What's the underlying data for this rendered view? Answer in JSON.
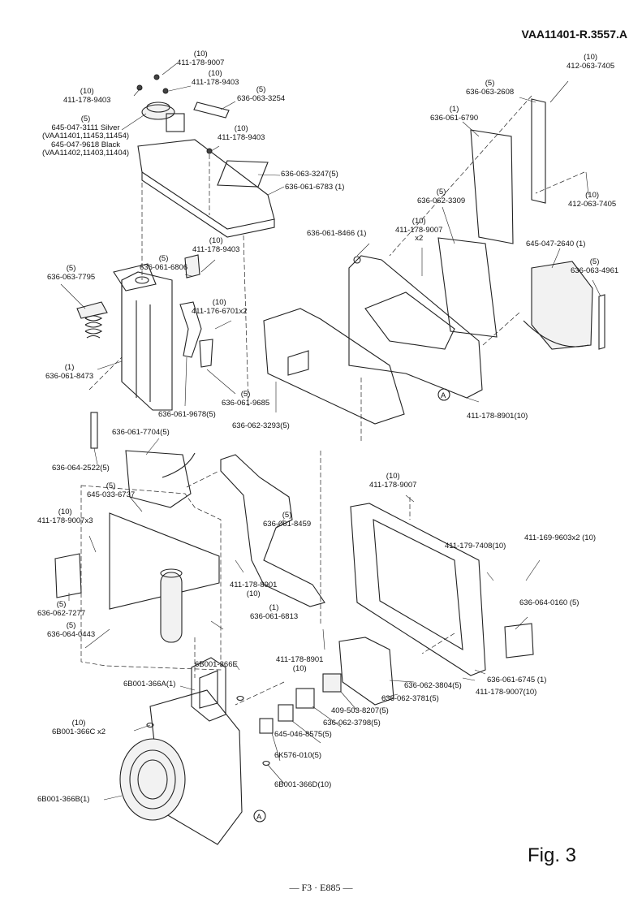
{
  "document_id": "VAA11401-R.3557.A",
  "figure_label": "Fig. 3",
  "footer": "— F3 · E885 —",
  "callout_marker": "A",
  "labels": [
    {
      "id": "l1",
      "lines": [
        "(10)",
        "411-178-9007"
      ]
    },
    {
      "id": "l2",
      "lines": [
        "(10)",
        "411-178-9403"
      ]
    },
    {
      "id": "l3",
      "lines": [
        "(10)",
        "411-178-9403"
      ]
    },
    {
      "id": "l4",
      "lines": [
        "(5)",
        "636-063-3254"
      ]
    },
    {
      "id": "l5",
      "lines": [
        "(5)",
        "645-047-3111 Silver",
        "(VAA11401,11453,11454)",
        "645-047-9618 Black",
        "(VAA11402,11403,11404)"
      ]
    },
    {
      "id": "l6",
      "lines": [
        "(10)",
        "411-178-9403"
      ]
    },
    {
      "id": "l7",
      "lines": [
        "636-063-3247(5)"
      ]
    },
    {
      "id": "l8",
      "lines": [
        "636-061-6783 (1)"
      ]
    },
    {
      "id": "l9",
      "lines": [
        "(10)",
        "412-063-7405"
      ]
    },
    {
      "id": "l10",
      "lines": [
        "(5)",
        "636-063-2608"
      ]
    },
    {
      "id": "l11",
      "lines": [
        "(1)",
        "636-061-6790"
      ]
    },
    {
      "id": "l12",
      "lines": [
        "(10)",
        "412-063-7405"
      ]
    },
    {
      "id": "l13",
      "lines": [
        "(5)",
        "636-062-3309"
      ]
    },
    {
      "id": "l14",
      "lines": [
        "636-061-8466 (1)"
      ]
    },
    {
      "id": "l15",
      "lines": [
        "(10)",
        "411-178-9007",
        "x2"
      ]
    },
    {
      "id": "l16",
      "lines": [
        "645-047-2640 (1)"
      ]
    },
    {
      "id": "l17",
      "lines": [
        "(5)",
        "636-063-4961"
      ]
    },
    {
      "id": "l18",
      "lines": [
        "(10)",
        "411-178-9403"
      ]
    },
    {
      "id": "l19",
      "lines": [
        "(5)",
        "636-061-6806"
      ]
    },
    {
      "id": "l20",
      "lines": [
        "(5)",
        "636-063-7795"
      ]
    },
    {
      "id": "l21",
      "lines": [
        "(10)",
        "411-176-6701x2"
      ]
    },
    {
      "id": "l22",
      "lines": [
        "(1)",
        "636-061-8473"
      ]
    },
    {
      "id": "l23",
      "lines": [
        "(5)",
        "636-061-9685"
      ]
    },
    {
      "id": "l24",
      "lines": [
        "636-061-9678(5)"
      ]
    },
    {
      "id": "l25",
      "lines": [
        "636-062-3293(5)"
      ]
    },
    {
      "id": "l26",
      "lines": [
        "411-178-8901(10)"
      ]
    },
    {
      "id": "l27",
      "lines": [
        "636-061-7704(5)"
      ]
    },
    {
      "id": "l28",
      "lines": [
        "636-064-2522(5)"
      ]
    },
    {
      "id": "l29",
      "lines": [
        "(5)",
        "645-033-6737"
      ]
    },
    {
      "id": "l30",
      "lines": [
        "(10)",
        "411-178-9007x3"
      ]
    },
    {
      "id": "l31",
      "lines": [
        "(10)",
        "411-178-9007"
      ]
    },
    {
      "id": "l32",
      "lines": [
        "(5)",
        "636-061-8459"
      ]
    },
    {
      "id": "l33",
      "lines": [
        "411-179-7408(10)"
      ]
    },
    {
      "id": "l34",
      "lines": [
        "411-169-9603x2 (10)"
      ]
    },
    {
      "id": "l35",
      "lines": [
        "411-178-8901",
        "(10)"
      ]
    },
    {
      "id": "l36",
      "lines": [
        "(5)",
        "636-062-7277"
      ]
    },
    {
      "id": "l37",
      "lines": [
        "(1)",
        "636-061-6813"
      ]
    },
    {
      "id": "l38",
      "lines": [
        "(5)",
        "636-064-0443"
      ]
    },
    {
      "id": "l39",
      "lines": [
        "636-064-0160 (5)"
      ]
    },
    {
      "id": "l40",
      "lines": [
        "411-178-8901",
        "(10)"
      ]
    },
    {
      "id": "l41",
      "lines": [
        "6B001-366E"
      ]
    },
    {
      "id": "l42",
      "lines": [
        "6B001-366A(1)"
      ]
    },
    {
      "id": "l43",
      "lines": [
        "636-061-6745 (1)"
      ]
    },
    {
      "id": "l44",
      "lines": [
        "636-062-3804(5)"
      ]
    },
    {
      "id": "l45",
      "lines": [
        "636-062-3781(5)"
      ]
    },
    {
      "id": "l46",
      "lines": [
        "411-178-9007(10)"
      ]
    },
    {
      "id": "l47",
      "lines": [
        "409-503-8207(5)"
      ]
    },
    {
      "id": "l48",
      "lines": [
        "636-062-3798(5)"
      ]
    },
    {
      "id": "l49",
      "lines": [
        "(10)",
        "6B001-366C x2"
      ]
    },
    {
      "id": "l50",
      "lines": [
        "645-046-8575(5)"
      ]
    },
    {
      "id": "l51",
      "lines": [
        "6K576-010(5)"
      ]
    },
    {
      "id": "l52",
      "lines": [
        "6B001-366D(10)"
      ]
    },
    {
      "id": "l53",
      "lines": [
        "6B001-366B(1)"
      ]
    }
  ]
}
